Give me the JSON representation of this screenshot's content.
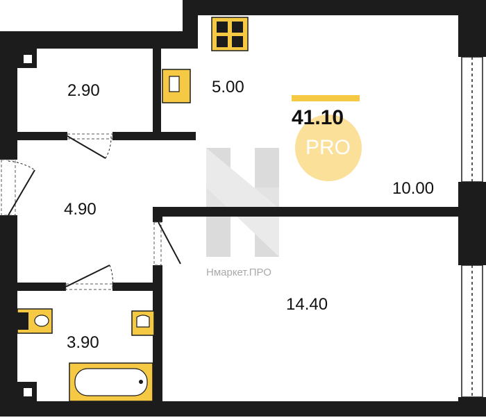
{
  "plan": {
    "total_area": "41.10",
    "badge": "PRO",
    "watermark": "Нмаркет.ПРО",
    "rooms": {
      "storage": "2.90",
      "kitchen": "5.00",
      "hall": "4.90",
      "living": "10.00",
      "bedroom": "14.40",
      "bathroom": "3.90"
    }
  },
  "colors": {
    "wall": "#1c1c1c",
    "fixture": "#f6c945",
    "badge": "#fbe09a",
    "watermark": "#9a9a9a"
  }
}
